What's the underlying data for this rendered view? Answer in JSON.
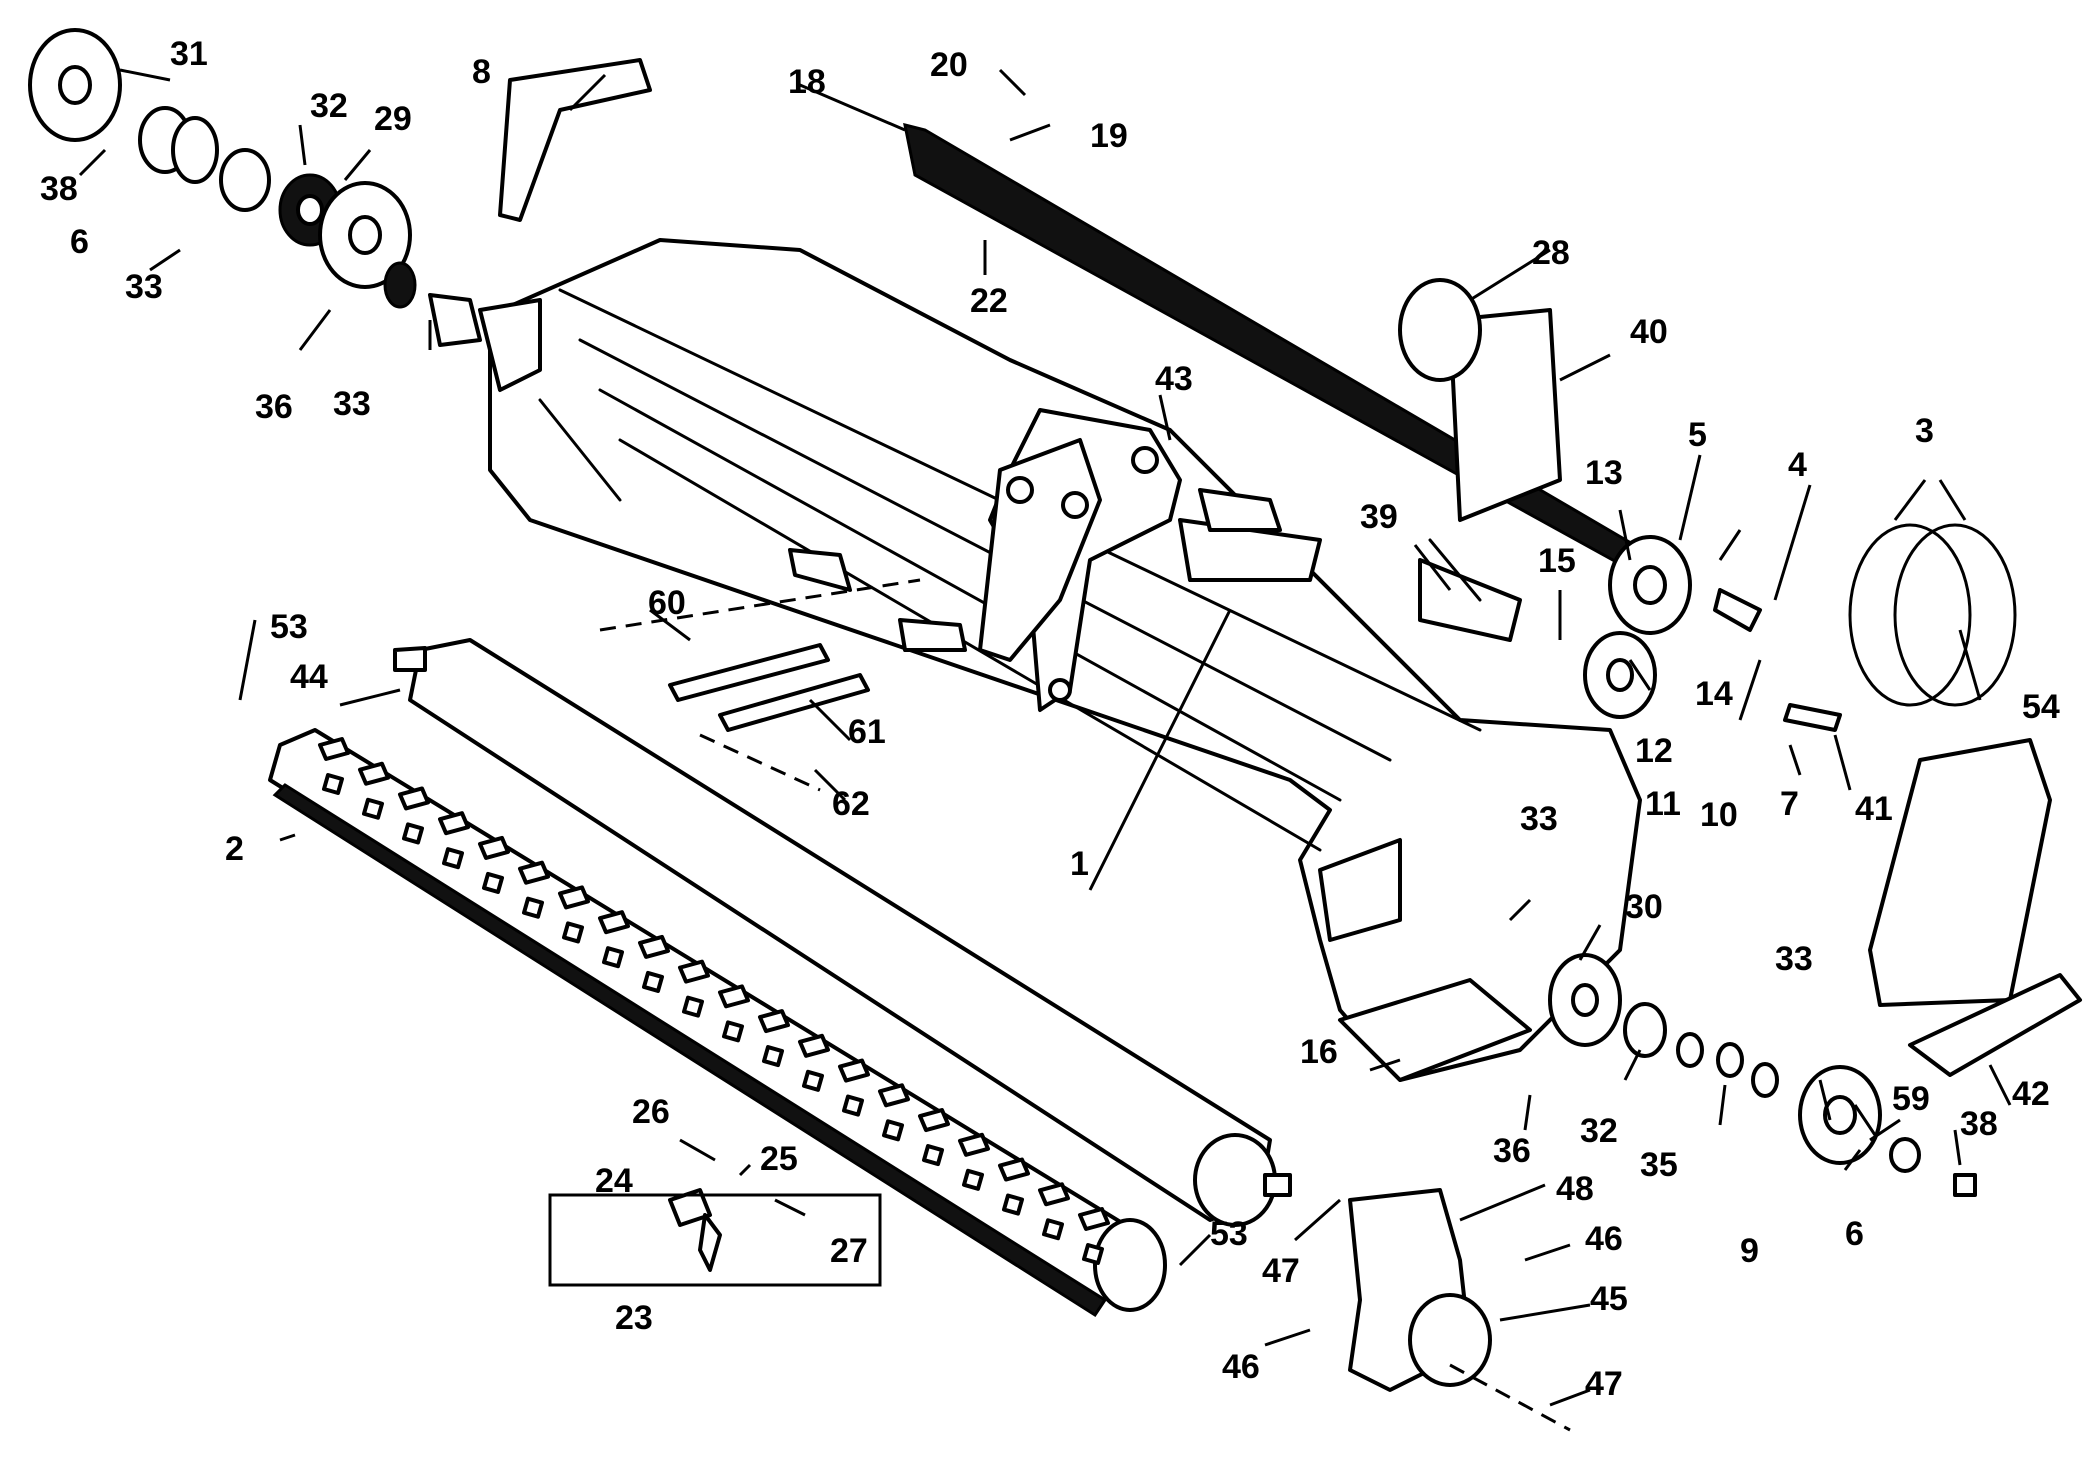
{
  "labels": {
    "l1": "1",
    "l2": "2",
    "l3": "3",
    "l4": "4",
    "l5": "5",
    "l6a": "6",
    "l6b": "6",
    "l7": "7",
    "l8": "8",
    "l9": "9",
    "l10": "10",
    "l11": "11",
    "l12": "12",
    "l13": "13",
    "l14": "14",
    "l15": "15",
    "l16": "16",
    "l18": "18",
    "l19": "19",
    "l20": "20",
    "l22": "22",
    "l23": "23",
    "l24": "24",
    "l25": "25",
    "l26": "26",
    "l27": "27",
    "l28": "28",
    "l29": "29",
    "l30": "30",
    "l31": "31",
    "l32a": "32",
    "l32b": "32",
    "l33a": "33",
    "l33b": "33",
    "l33c": "33",
    "l33d": "33",
    "l35": "35",
    "l36a": "36",
    "l36b": "36",
    "l38a": "38",
    "l38b": "38",
    "l39": "39",
    "l40": "40",
    "l41": "41",
    "l42": "42",
    "l43": "43",
    "l44": "44",
    "l45": "45",
    "l46a": "46",
    "l46b": "46",
    "l47a": "47",
    "l47b": "47",
    "l48": "48",
    "l53a": "53",
    "l53b": "53",
    "l54": "54",
    "l59": "59",
    "l60": "60",
    "l61": "61",
    "l62": "62"
  }
}
